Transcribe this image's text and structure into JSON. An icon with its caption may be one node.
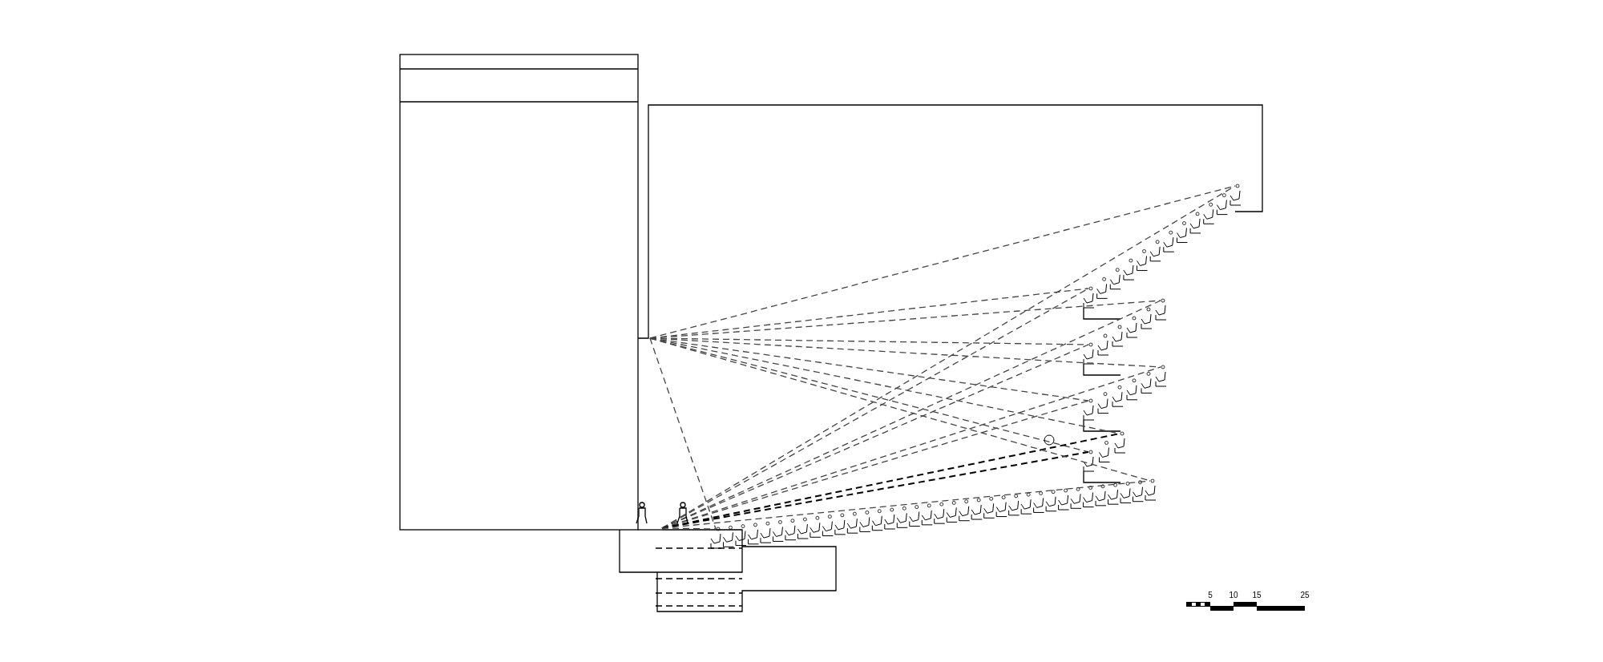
{
  "diagram": {
    "labels": [
      "5",
      "10",
      "15",
      "25"
    ]
  }
}
